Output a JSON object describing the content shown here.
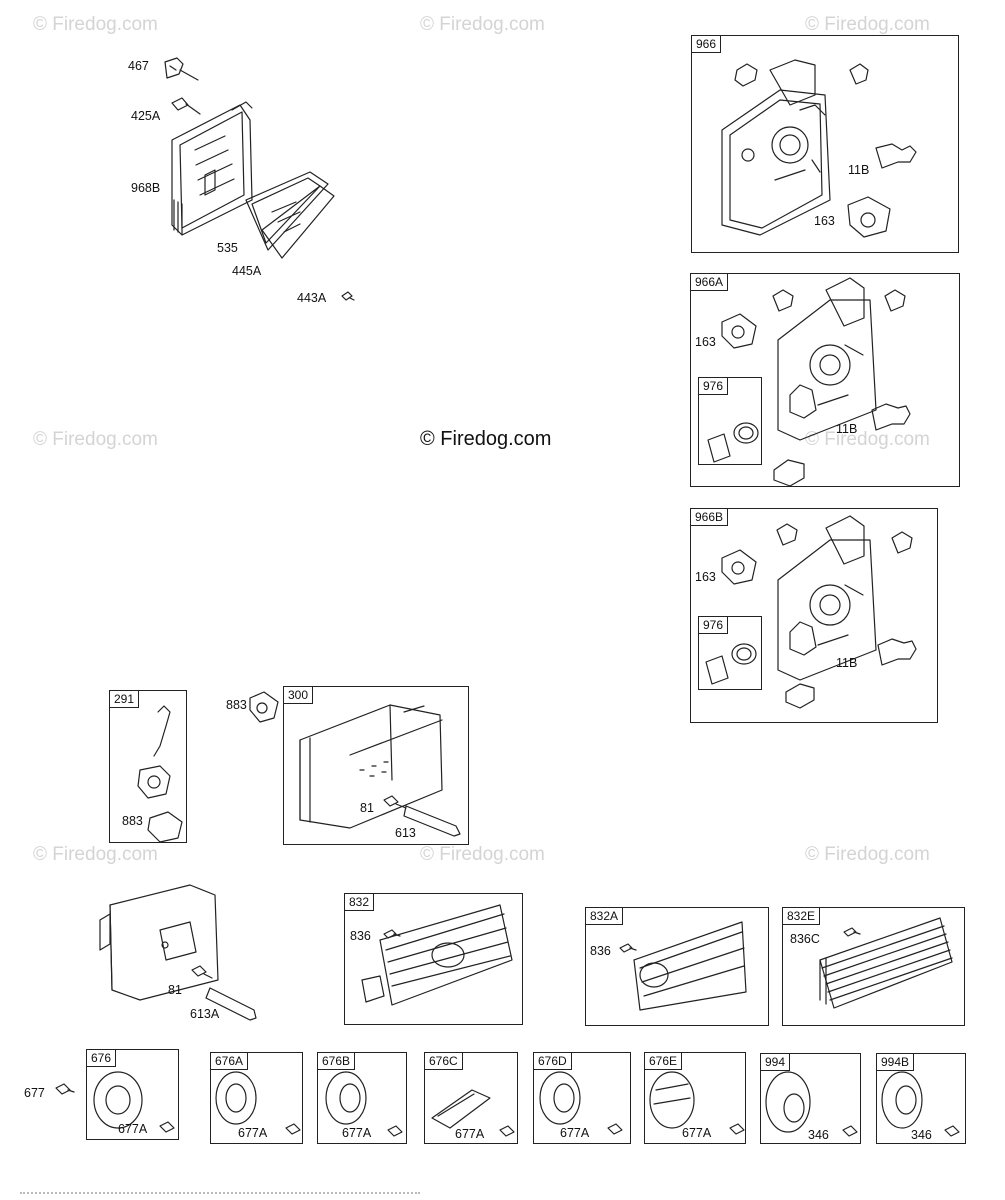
{
  "watermark": "© Firedog.com",
  "center_watermark": "© Firedog.com",
  "groups": {
    "g966": "966",
    "g966A": "966A",
    "g966B": "966B",
    "g976a": "976",
    "g976b": "976",
    "g291": "291",
    "g300": "300",
    "g832": "832",
    "g832A": "832A",
    "g832E": "832E",
    "g676": "676",
    "g676A": "676A",
    "g676B": "676B",
    "g676C": "676C",
    "g676D": "676D",
    "g676E": "676E",
    "g994": "994",
    "g994B": "994B"
  },
  "parts": {
    "p467": "467",
    "p425A": "425A",
    "p968B": "968B",
    "p535": "535",
    "p445A": "445A",
    "p443A": "443A",
    "p11B_1": "11B",
    "p163_1": "163",
    "p163_2": "163",
    "p11B_2": "11B",
    "p163_3": "163",
    "p11B_3": "11B",
    "p883_a": "883",
    "p883_b": "883",
    "p81_a": "81",
    "p613": "613",
    "p81_b": "81",
    "p613A": "613A",
    "p836_a": "836",
    "p836_b": "836",
    "p836C": "836C",
    "p677": "677",
    "p677A_1": "677A",
    "p677A_2": "677A",
    "p677A_3": "677A",
    "p677A_4": "677A",
    "p677A_5": "677A",
    "p677A_6": "677A",
    "p346_1": "346",
    "p346_2": "346"
  }
}
